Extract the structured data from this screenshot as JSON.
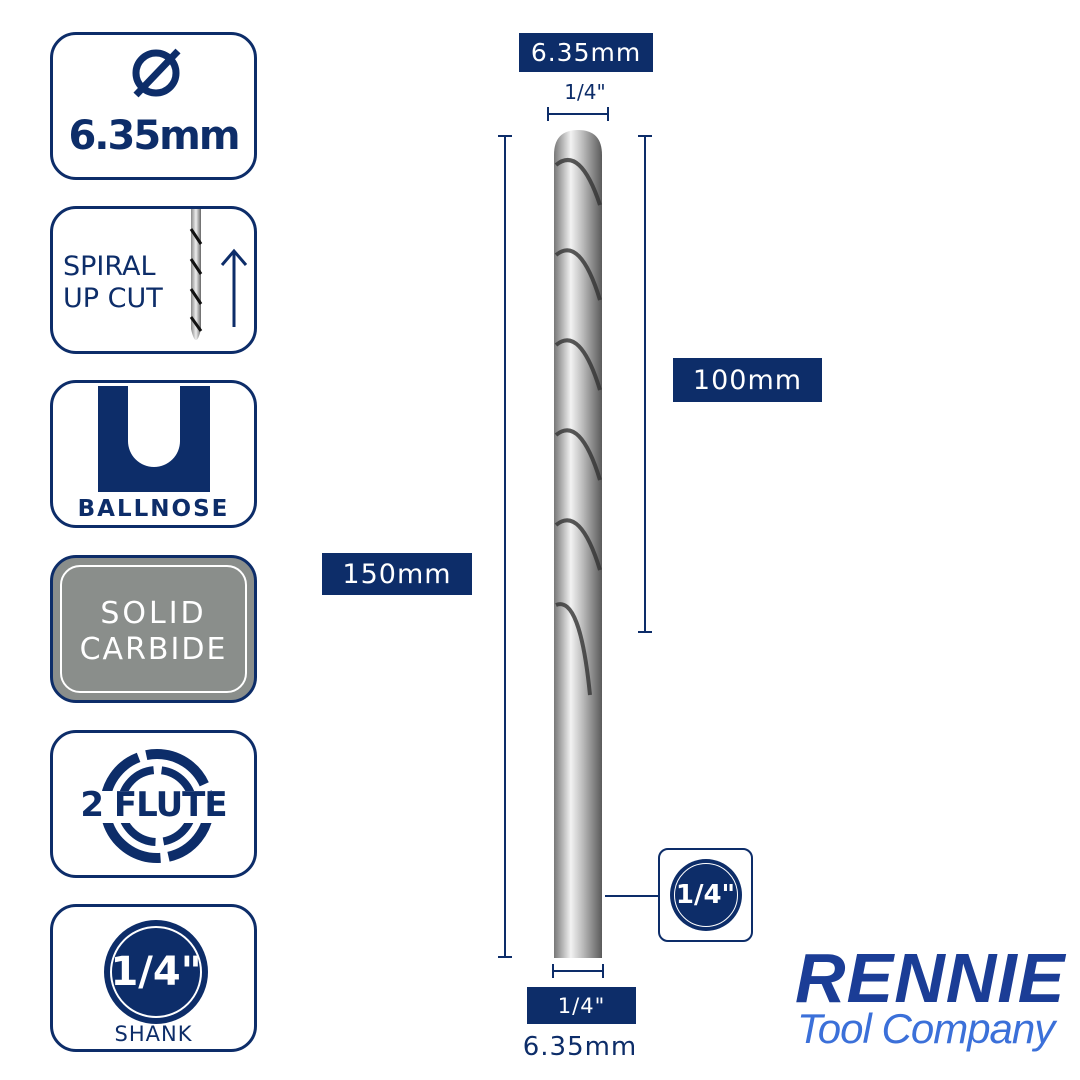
{
  "features": {
    "diameter": {
      "icon": "diameter-icon",
      "value": "6.35mm"
    },
    "spiral": {
      "line1": "SPIRAL",
      "line2": "UP CUT"
    },
    "profile": {
      "label": "BALLNOSE"
    },
    "material": {
      "line1": "SOLID",
      "line2": "CARBIDE"
    },
    "flutes": {
      "label": "2 FLUTE"
    },
    "shank": {
      "value": "1/4\"",
      "label": "SHANK"
    }
  },
  "dimensions": {
    "cut_diameter_mm": "6.35mm",
    "cut_diameter_in": "1/4\"",
    "overall_length": "150mm",
    "cut_length": "100mm",
    "shank_in": "1/4\"",
    "shank_mm": "6.35mm",
    "shank_callout": "1/4\""
  },
  "brand": {
    "name": "RENNIE",
    "sub": "Tool Company"
  },
  "colors": {
    "navy": "#0d2d69",
    "carbide": "#8a8e8b",
    "brand_blue": "#1b3d96",
    "brand_light": "#3b70d9"
  }
}
